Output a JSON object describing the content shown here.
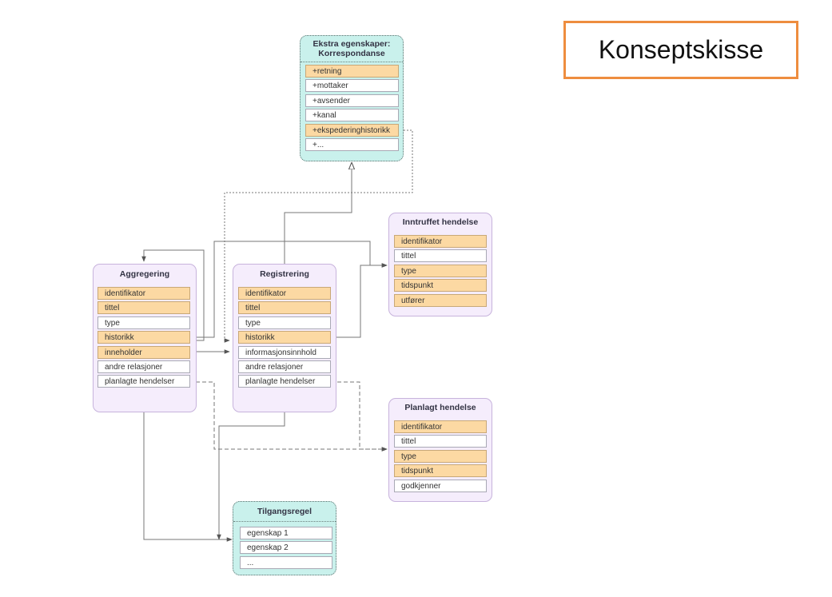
{
  "title": "Konseptskisse",
  "classes": {
    "korrespondanse": {
      "title_line1": "Ekstra egenskaper:",
      "title_line2": "Korrespondanse",
      "attrs": [
        "+retning",
        "+mottaker",
        "+avsender",
        "+kanal",
        "+ekspederinghistorikk",
        "+..."
      ]
    },
    "inntruffet": {
      "title": "Inntruffet hendelse",
      "attrs": [
        "identifikator",
        "tittel",
        "type",
        "tidspunkt",
        "utfører"
      ]
    },
    "aggregering": {
      "title": "Aggregering",
      "attrs": [
        "identifikator",
        "tittel",
        "type",
        "historikk",
        "inneholder",
        "andre relasjoner",
        "planlagte hendelser"
      ]
    },
    "registrering": {
      "title": "Registrering",
      "attrs": [
        "identifikator",
        "tittel",
        "type",
        "historikk",
        "informasjonsinnhold",
        "andre relasjoner",
        "planlagte hendelser"
      ]
    },
    "planlagt": {
      "title": "Planlagt hendelse",
      "attrs": [
        "identifikator",
        "tittel",
        "type",
        "tidspunkt",
        "godkjenner"
      ]
    },
    "tilgangsregel": {
      "title": "Tilgangsregel",
      "attrs": [
        "egenskap 1",
        "egenskap 2",
        "..."
      ]
    }
  },
  "colors": {
    "highlight_attr": "#fcd9a3",
    "purple_box": "#f5edfc",
    "teal_box": "#c9f1ec",
    "title_border": "#ee8d3f"
  }
}
